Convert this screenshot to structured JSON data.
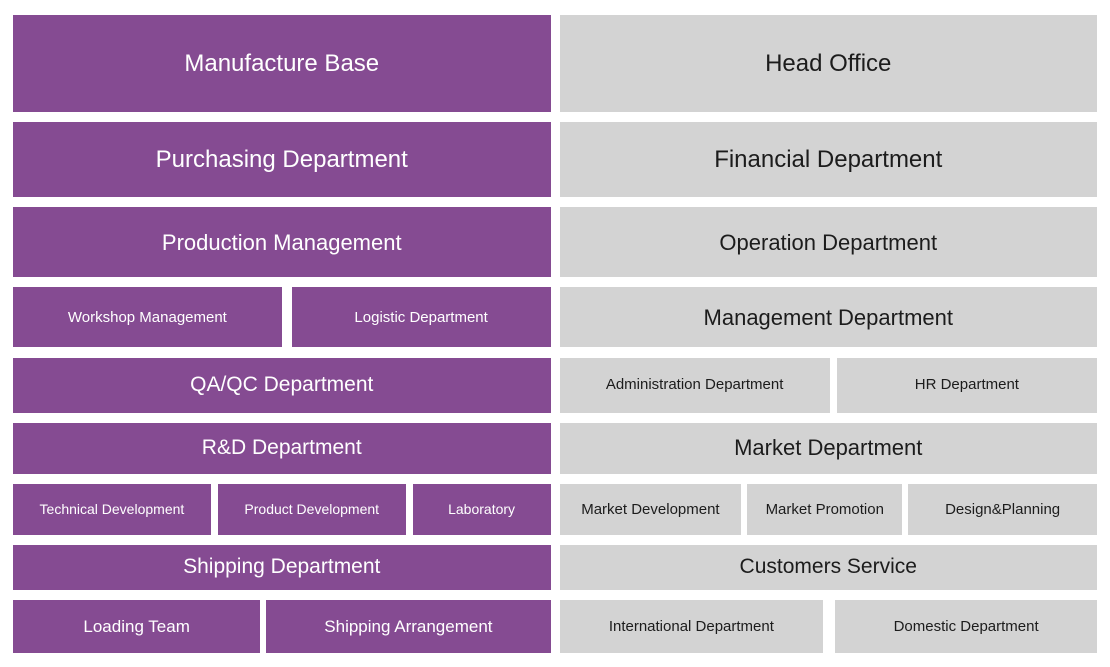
{
  "colors": {
    "left_block_fill": "#854B92",
    "left_block_text": "#FFFFFF",
    "right_block_fill": "#D3D3D3",
    "right_block_text": "#1C1C1C",
    "background": "#FFFFFF"
  },
  "org_chart": {
    "left_column": {
      "theme": "purple",
      "rows": [
        {
          "cells": [
            "Manufacture Base"
          ]
        },
        {
          "cells": [
            "Purchasing Department"
          ]
        },
        {
          "cells": [
            "Production Management"
          ]
        },
        {
          "cells": [
            "Workshop Management",
            "Logistic Department"
          ]
        },
        {
          "cells": [
            "QA/QC Department"
          ]
        },
        {
          "cells": [
            "R&D Department"
          ]
        },
        {
          "cells": [
            "Technical Development",
            "Product Development",
            "Laboratory"
          ]
        },
        {
          "cells": [
            "Shipping Department"
          ]
        },
        {
          "cells": [
            "Loading Team",
            "Shipping Arrangement"
          ]
        }
      ]
    },
    "right_column": {
      "theme": "gray",
      "rows": [
        {
          "cells": [
            "Head Office"
          ]
        },
        {
          "cells": [
            "Financial Department"
          ]
        },
        {
          "cells": [
            "Operation Department"
          ]
        },
        {
          "cells": [
            "Management Department"
          ]
        },
        {
          "cells": [
            "Administration Department",
            "HR Department"
          ]
        },
        {
          "cells": [
            "Market Department"
          ]
        },
        {
          "cells": [
            "Market Development",
            "Market Promotion",
            "Design&Planning"
          ]
        },
        {
          "cells": [
            "Customers Service"
          ]
        },
        {
          "cells": [
            "International Department",
            "Domestic Department"
          ]
        }
      ]
    }
  }
}
